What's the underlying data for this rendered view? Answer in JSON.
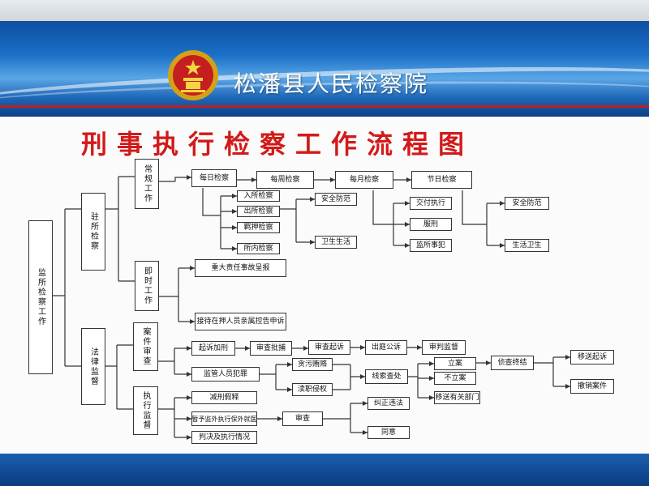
{
  "header": {
    "organization": "松潘县人民检察院",
    "emblem_icon": "procuratorate-emblem-icon"
  },
  "title": "刑事执行检察工作流程图",
  "nodes": {
    "root": "监所检察工作",
    "zhusuo": "驻所检察",
    "changgui": "常规工作",
    "jishi": "即时工作",
    "falv": "法律监督",
    "anjian": "案件审查",
    "zhixing": "执行监督",
    "meiri": "每日检察",
    "meizhou": "每周检察",
    "meiyue": "每月检察",
    "jieri": "节日检察",
    "rusuo": "入所检察",
    "chusuo": "出所检察",
    "jiya": "羁押检察",
    "suonei": "所内检察",
    "anquan1": "安全防范",
    "weisheng1": "卫生生活",
    "jiaofu": "交付执行",
    "ruanfu": "服刑",
    "jiansuo": "监所事犯",
    "anquan2": "安全防范",
    "weisheng2": "生活卫生",
    "zhongda": "重大责任事故呈报",
    "jiedai": "接待在押人员亲属控告申诉",
    "qisu_jiaxing": "起诉加刑",
    "shencha_pibu": "审查批捕",
    "shencha_qisu": "审查起诉",
    "chuting": "出庭公诉",
    "shenpan": "审判监督",
    "jianguan": "监管人员犯罪",
    "tanwu": "贪污贿赂",
    "duzhi": "渎职侵权",
    "xiansuo": "线索查处",
    "lian": "立案",
    "bulian": "不立案",
    "yisong_bumen": "移送有关部门",
    "zhencha": "侦查终结",
    "yisong_qisu": "移送起诉",
    "chexiao": "撤销案件",
    "jianxing": "减刑假释",
    "zanyu": "暂予监外执行保外就医",
    "panjue": "判决及执行情况",
    "shencha": "审查",
    "jiuzheng": "纠正违法",
    "tongyi": "同意"
  }
}
